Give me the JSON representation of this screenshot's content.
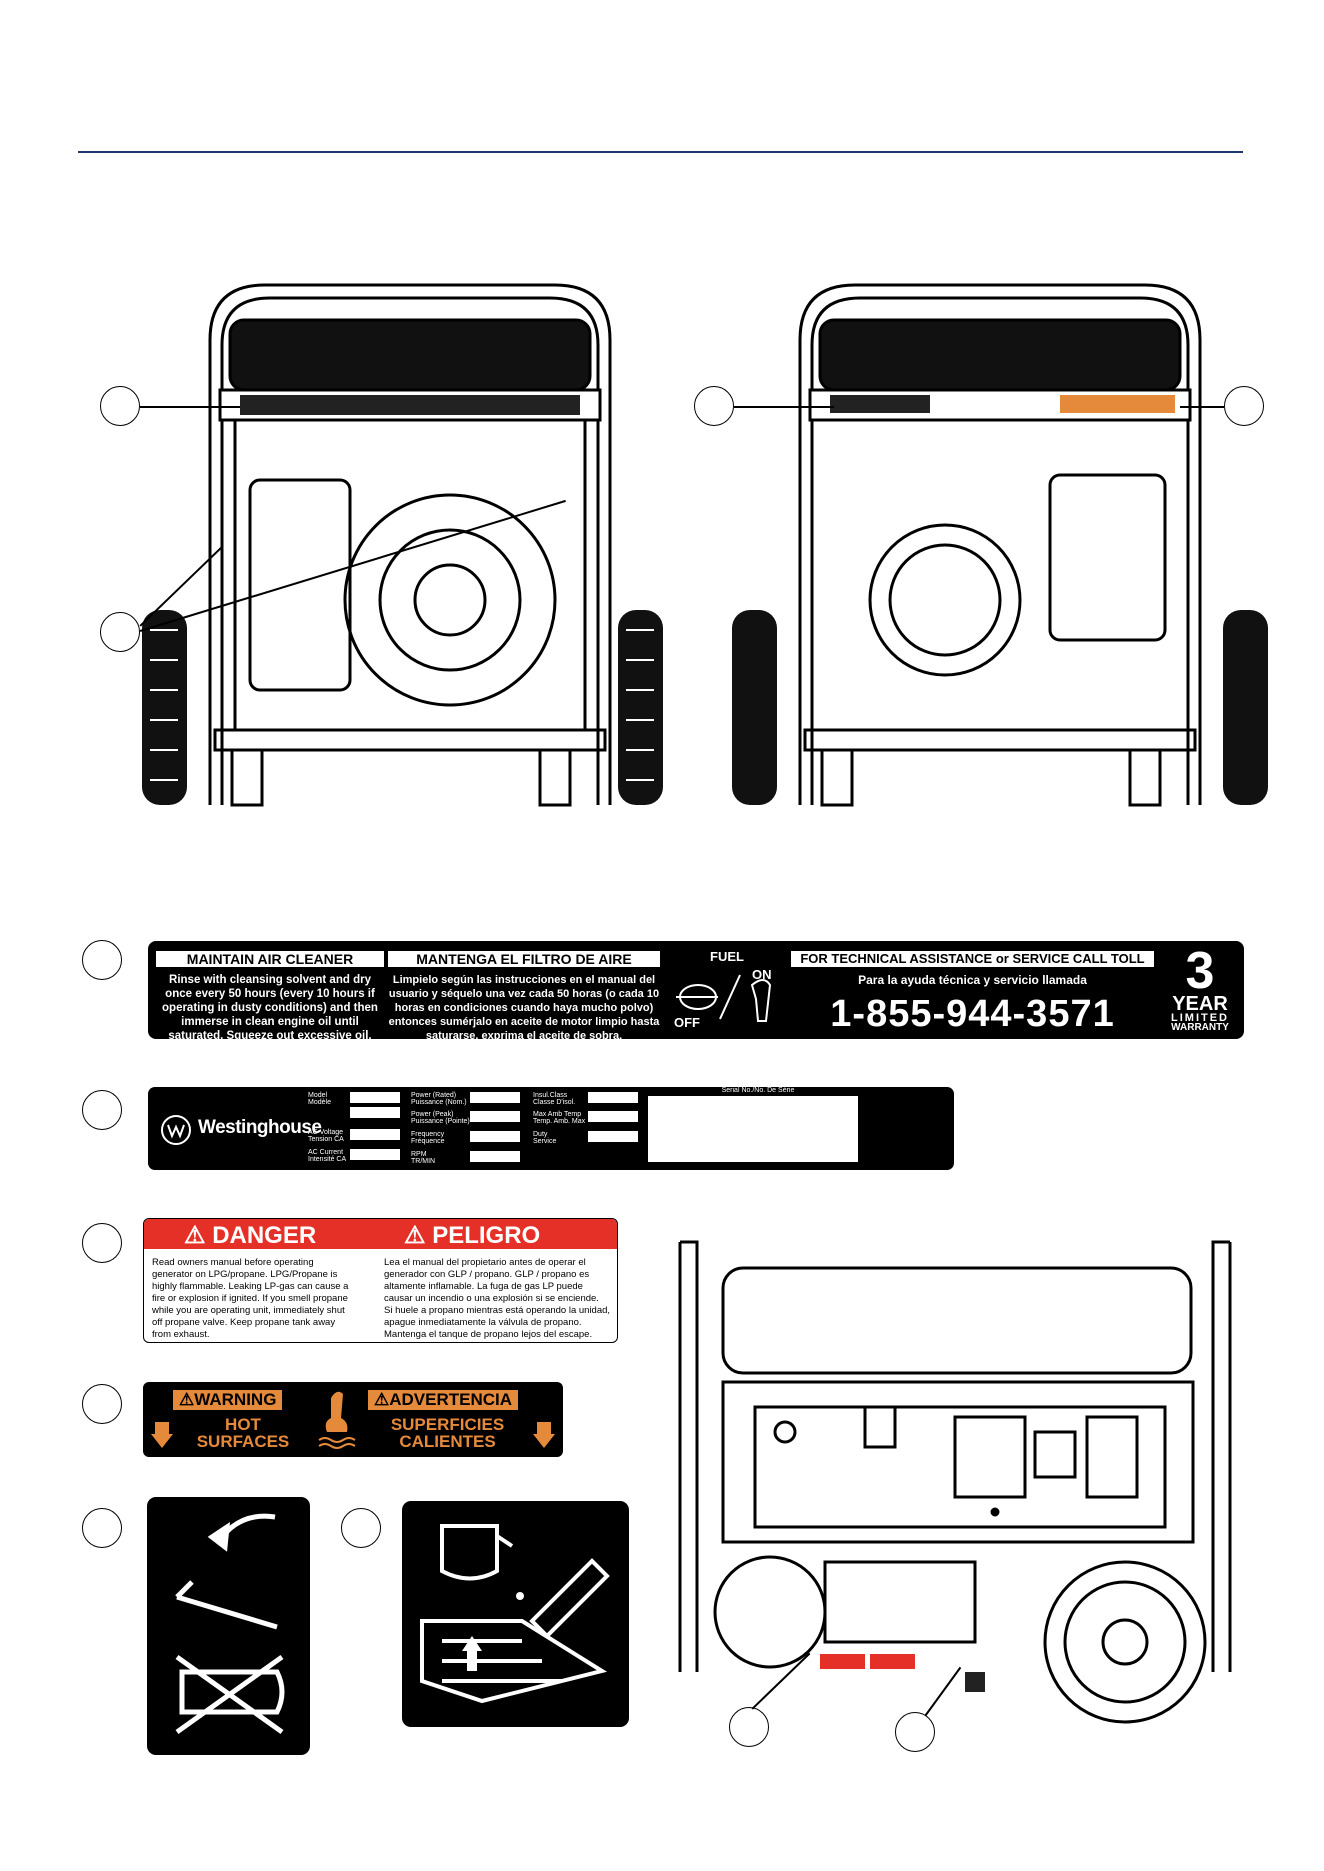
{
  "label1": {
    "maintain_en_title": "MAINTAIN AIR CLEANER",
    "maintain_en_text": [
      "Rinse with cleansing solvent and dry",
      "once every 50 hours (every 10 hours if",
      "operating in dusty conditions) and then",
      "immerse in clean engine oil until",
      "saturated.  Squeeze out excessive oil."
    ],
    "maintain_es_title": "MANTENGA EL FILTRO DE AIRE",
    "maintain_es_text": [
      "Limpielo según las instrucciones en el manual del",
      "usuario y séquelo una vez cada 50 horas (o cada 10",
      "horas en condiciones cuando haya mucho polvo)",
      "entonces sumérjalo en aceite de motor limpio hasta",
      "saturarse, exprima el aceite de sobra."
    ],
    "fuel": "FUEL",
    "on": "ON",
    "off": "OFF",
    "tech_title": "FOR TECHNICAL ASSISTANCE or SERVICE CALL TOLL FREE",
    "tech_es": "Para la ayuda técnica y servicio llamada",
    "phone": "1-855-944-3571",
    "year_number": "3",
    "year": "YEAR",
    "limited": "LIMITED",
    "warranty": "WARRANTY"
  },
  "label2": {
    "brand": "Westinghouse",
    "fields": [
      {
        "en": "Model",
        "fr": "Modèle"
      },
      {
        "en": "AC Voltage",
        "fr": "Tension CA"
      },
      {
        "en": "AC Current",
        "fr": "Intensité CA"
      },
      {
        "en": "Power (Rated)",
        "fr": "Puissance (Nom.)"
      },
      {
        "en": "Power (Peak)",
        "fr": "Puissance (Pointe)"
      },
      {
        "en": "Frequency",
        "fr": "Fréquence"
      },
      {
        "en": "RPM",
        "fr": "TR/MIN"
      },
      {
        "en": "Insul.Class",
        "fr": "Classe D'isol."
      },
      {
        "en": "Max Amb Temp",
        "fr": "Temp. Amb. Max"
      },
      {
        "en": "Duty",
        "fr": "Service"
      }
    ],
    "serial": "Serial No./No. De Série"
  },
  "label3": {
    "danger": "DANGER",
    "peligro": "PELIGRO",
    "en_text": [
      "Read owners manual before operating",
      "generator on LPG/propane. LPG/Propane is",
      "highly flammable. Leaking LP-gas can cause a",
      "fire or explosion if ignited. If you smell propane",
      "while you are operating unit, immediately shut",
      "off propane valve. Keep propane tank away",
      "from exhaust."
    ],
    "es_text": [
      "Lea el manual del propietario antes de operar el",
      "generador con GLP / propano. GLP / propano es",
      "altamente inflamable. La fuga de gas LP puede",
      "causar un incendio o una explosión si se enciende.",
      "Si huele a propano mientras está operando la unidad,",
      "apague inmediatamente la válvula de propano.",
      "Mantenga el tanque de propano lejos del escape."
    ]
  },
  "label4": {
    "warning": "WARNING",
    "advertencia": "ADVERTENCIA",
    "hot": "HOT",
    "surfaces": "SURFACES",
    "superficies": "SUPERFICIES",
    "calientes": "CALIENTES"
  },
  "colors": {
    "rule": "#1f3a6e",
    "danger_red": "#e53027",
    "warning_orange": "#e58a3a"
  }
}
